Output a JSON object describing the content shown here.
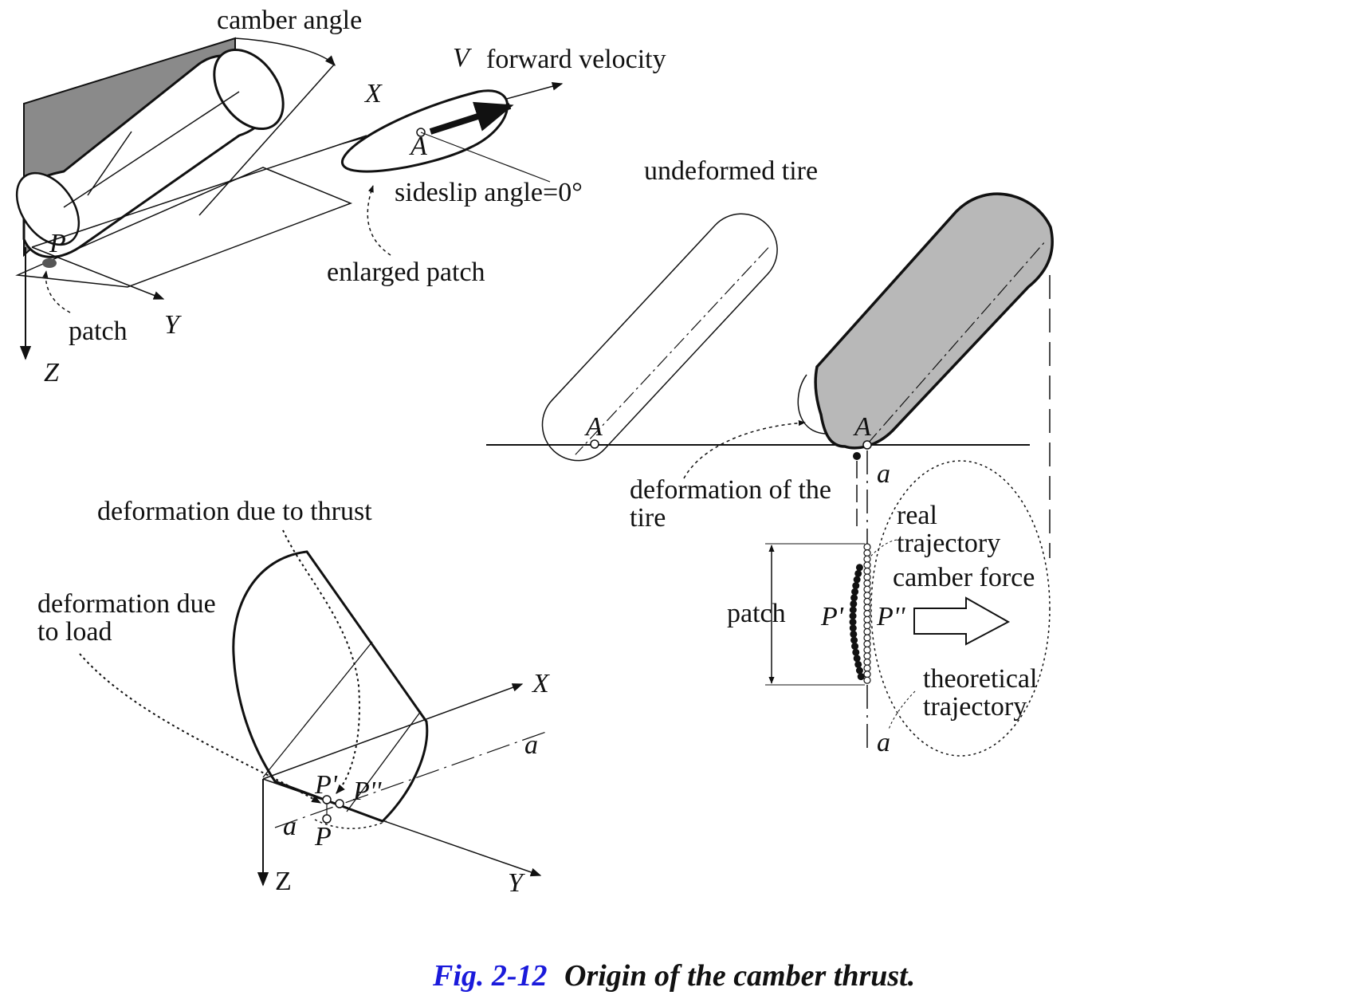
{
  "diagram1": {
    "camber_angle": "camber angle",
    "velocity_symbol": "V",
    "forward_velocity": "forward velocity",
    "axis_x": "X",
    "axis_y": "Y",
    "axis_z": "Z",
    "point_a": "A",
    "point_p": "P",
    "sideslip": "sideslip angle=0°",
    "enlarged_patch": "enlarged patch",
    "patch": "patch"
  },
  "diagram2": {
    "undeformed_tire": "undeformed tire",
    "point_a_left": "A",
    "point_a_right": "A",
    "deformation_line1": "deformation of the",
    "deformation_line2": "tire",
    "a_top": "a",
    "a_bottom": "a",
    "real_line1": "real",
    "real_line2": "trajectory",
    "camber_force": "camber  force",
    "patch": "patch",
    "p_prime": "P'",
    "p_double_prime": "P''",
    "theoretical_line1": "theoretical",
    "theoretical_line2": "trajectory"
  },
  "diagram3": {
    "deformation_thrust": "deformation due to thrust",
    "deformation_load_line1": "deformation due",
    "deformation_load_line2": "to load",
    "axis_x": "X",
    "axis_y": "Y",
    "axis_z": "Z",
    "a_right": "a",
    "a_left": "a",
    "p": "P",
    "p_prime": "P'",
    "p_double_prime": "P''"
  },
  "caption": {
    "figure_number": "Fig. 2-12",
    "text": "Origin of the camber thrust.",
    "number_color": "#1a1adb",
    "text_color": "#111111"
  }
}
